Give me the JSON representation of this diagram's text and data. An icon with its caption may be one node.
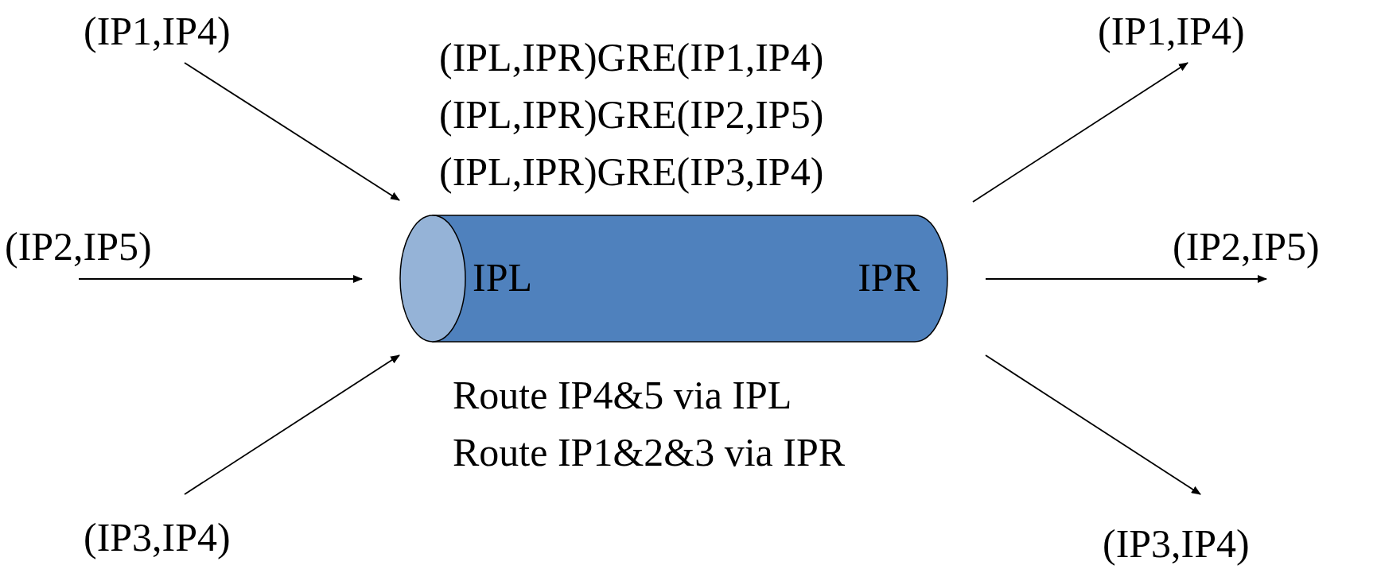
{
  "diagram": {
    "nodes": [
      {
        "text": [
          "(IP1,IP4)"
        ]
      },
      {
        "text": [
          "(IP2,IP5)"
        ]
      },
      {
        "text": [
          "(IP3,IP4)"
        ]
      },
      {
        "text": [
          "IPL",
          "IPR"
        ]
      },
      {
        "text": [
          "(IP1,IP4)"
        ]
      },
      {
        "text": [
          "(IP2,IP5)"
        ]
      },
      {
        "text": [
          "(IP3,IP4)"
        ]
      }
    ],
    "edges": [
      {
        "from": 0,
        "to": 3,
        "arrow": "to"
      },
      {
        "from": 1,
        "to": 3,
        "arrow": "to"
      },
      {
        "from": 2,
        "to": 3,
        "arrow": "to"
      },
      {
        "from": 3,
        "to": 4,
        "arrow": "to"
      },
      {
        "from": 3,
        "to": 5,
        "arrow": "to"
      },
      {
        "from": 3,
        "to": 6,
        "arrow": "to"
      }
    ],
    "labels": [
      "(IPL,IPR)GRE(IP1,IP4)",
      "(IPL,IPR)GRE(IP2,IP5)",
      "(IPL,IPR)GRE(IP3,IP4)",
      "Route IP4&5 via IPL",
      "Route IP1&2&3 via IPR"
    ]
  }
}
